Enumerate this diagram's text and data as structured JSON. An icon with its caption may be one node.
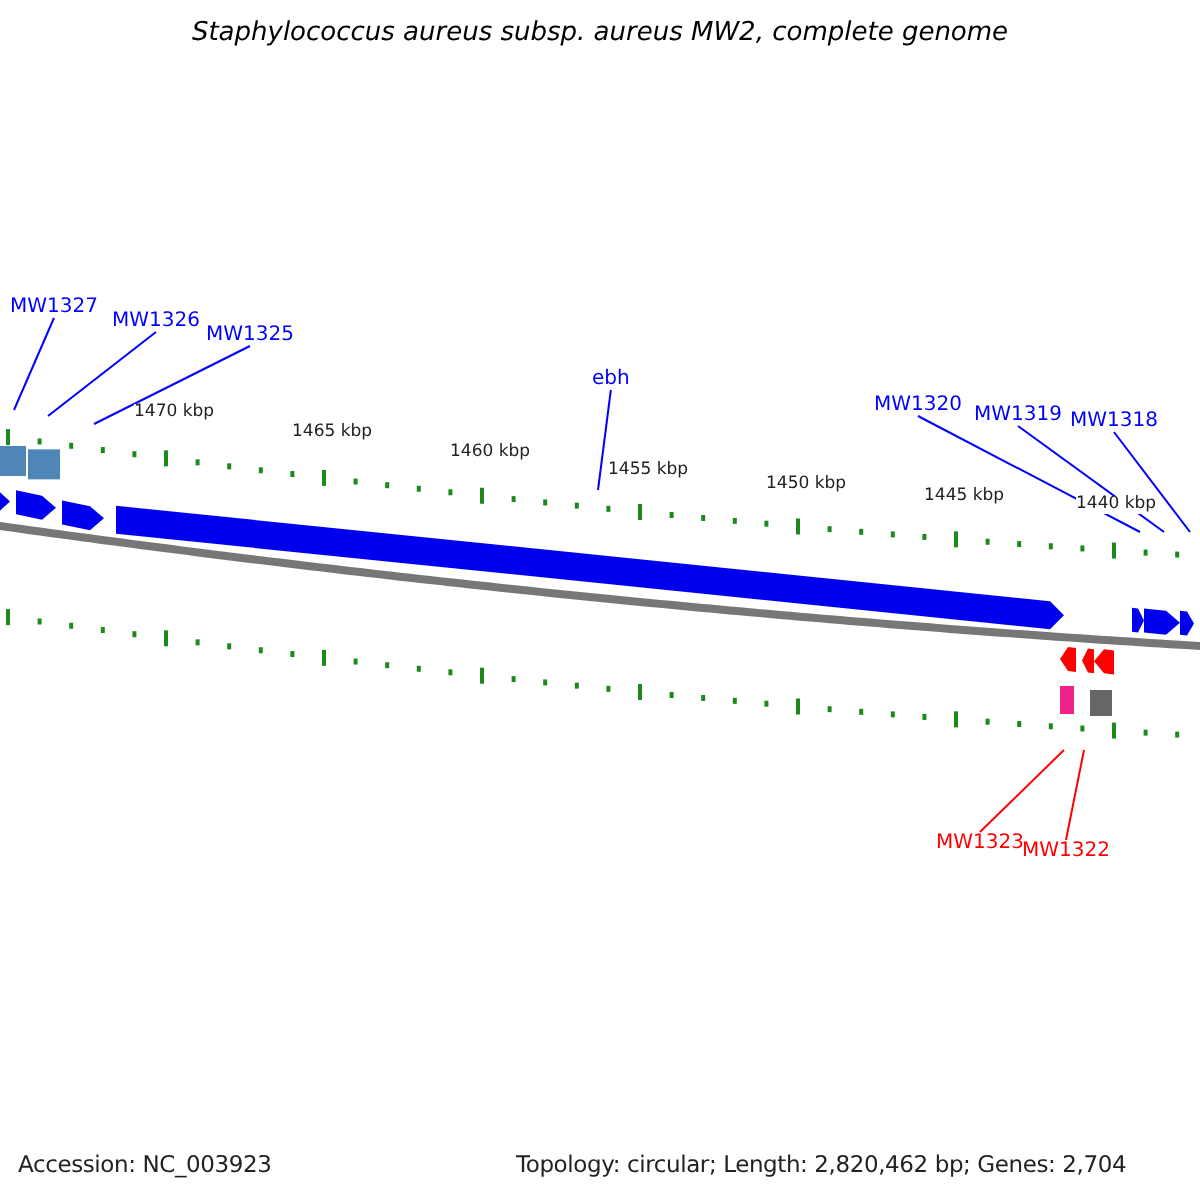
{
  "diagram": {
    "title": "Staphylococcus aureus subsp. aureus MW2, complete genome",
    "nodes": [
      {
        "text": [
          "MW1327"
        ]
      },
      {
        "text": [
          "MW1326"
        ]
      },
      {
        "text": [
          "MW1325"
        ]
      },
      {
        "text": [
          "ebh"
        ]
      },
      {
        "text": [
          "MW1320"
        ]
      },
      {
        "text": [
          "MW1319"
        ]
      },
      {
        "text": [
          "MW1318"
        ]
      },
      {
        "text": [
          "MW1323"
        ]
      },
      {
        "text": [
          "MW1322"
        ]
      }
    ],
    "edges": [
      {
        "from": 0,
        "to": null,
        "arrow": "none"
      },
      {
        "from": 1,
        "to": null,
        "arrow": "none"
      },
      {
        "from": 2,
        "to": null,
        "arrow": "none"
      },
      {
        "from": 3,
        "to": null,
        "arrow": "none"
      },
      {
        "from": 4,
        "to": null,
        "arrow": "none"
      },
      {
        "from": 5,
        "to": null,
        "arrow": "none"
      },
      {
        "from": 6,
        "to": null,
        "arrow": "none"
      },
      {
        "from": 7,
        "to": null,
        "arrow": "none",
        "color": "#ff0000"
      },
      {
        "from": 8,
        "to": null,
        "arrow": "none",
        "color": "#ff0000"
      }
    ],
    "labels": [
      "1470 kbp",
      "1465 kbp",
      "1460 kbp",
      "1455 kbp",
      "1450 kbp",
      "1445 kbp",
      "1440 kbp",
      "Accession: NC_003923",
      "Topology: circular; Length: 2,820,462 bp; Genes: 2,704"
    ]
  }
}
